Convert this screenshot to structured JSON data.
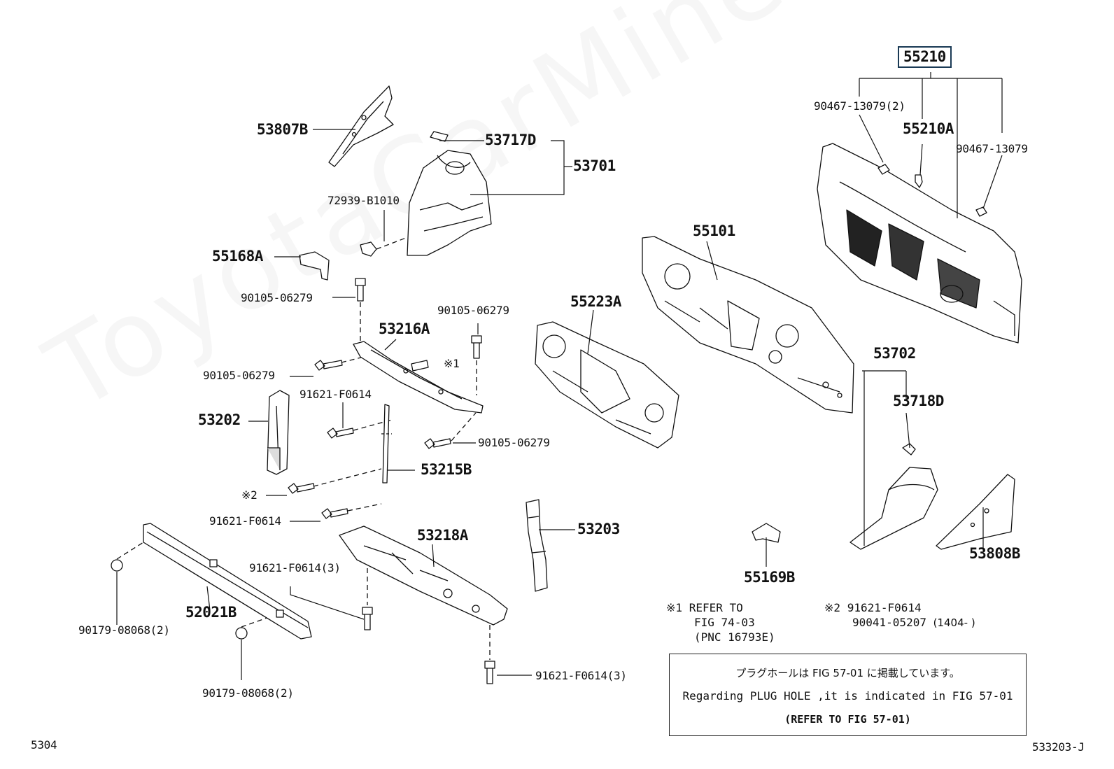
{
  "watermark": "ToyotaCarMine.ru",
  "labels": {
    "p55210": "55210",
    "p90467_13079_2": "90467-13079(2)",
    "p55210A": "55210A",
    "p90467_13079": "90467-13079",
    "p53807B": "53807B",
    "p53717D": "53717D",
    "p53701": "53701",
    "p72939_B1010": "72939-B1010",
    "p55168A": "55168A",
    "p90105_06279_a": "90105-06279",
    "p55101": "55101",
    "p55223A": "55223A",
    "p53216A": "53216A",
    "p90105_06279_b": "90105-06279",
    "ref1": "※1",
    "p90105_06279_c": "90105-06279",
    "p91621_F0614_a": "91621-F0614",
    "p53202": "53202",
    "p90105_06279_d": "90105-06279",
    "p53215B": "53215B",
    "ref2": "※2",
    "p91621_F0614_b": "91621-F0614",
    "p53218A": "53218A",
    "p53203": "53203",
    "p91621_F0614_3a": "91621-F0614(3)",
    "p52021B": "52021B",
    "p90179_08068_2a": "90179-08068(2)",
    "p90179_08068_2b": "90179-08068(2)",
    "p91621_F0614_3b": "91621-F0614(3)",
    "p53702": "53702",
    "p53718D": "53718D",
    "p53808B": "53808B",
    "p55169B": "55169B"
  },
  "notes": {
    "n1_mark": "※1",
    "n1_line1": "REFER TO",
    "n1_line2": "FIG 74-03",
    "n1_line3": "(PNC 16793E)",
    "n2_mark": "※2",
    "n2_line1": "91621-F0614",
    "n2_line2": "90041-05207",
    "n2_line2_range": "(1404-     )"
  },
  "info_box": {
    "line1": "プラグホールは FIG 57-01 に掲載しています。",
    "line2": "Regarding PLUG HOLE ,it is indicated in FIG 57-01",
    "line3": "(REFER TO FIG 57-01)"
  },
  "footer": {
    "page_code": "5304",
    "figure_code": "533203-J"
  }
}
